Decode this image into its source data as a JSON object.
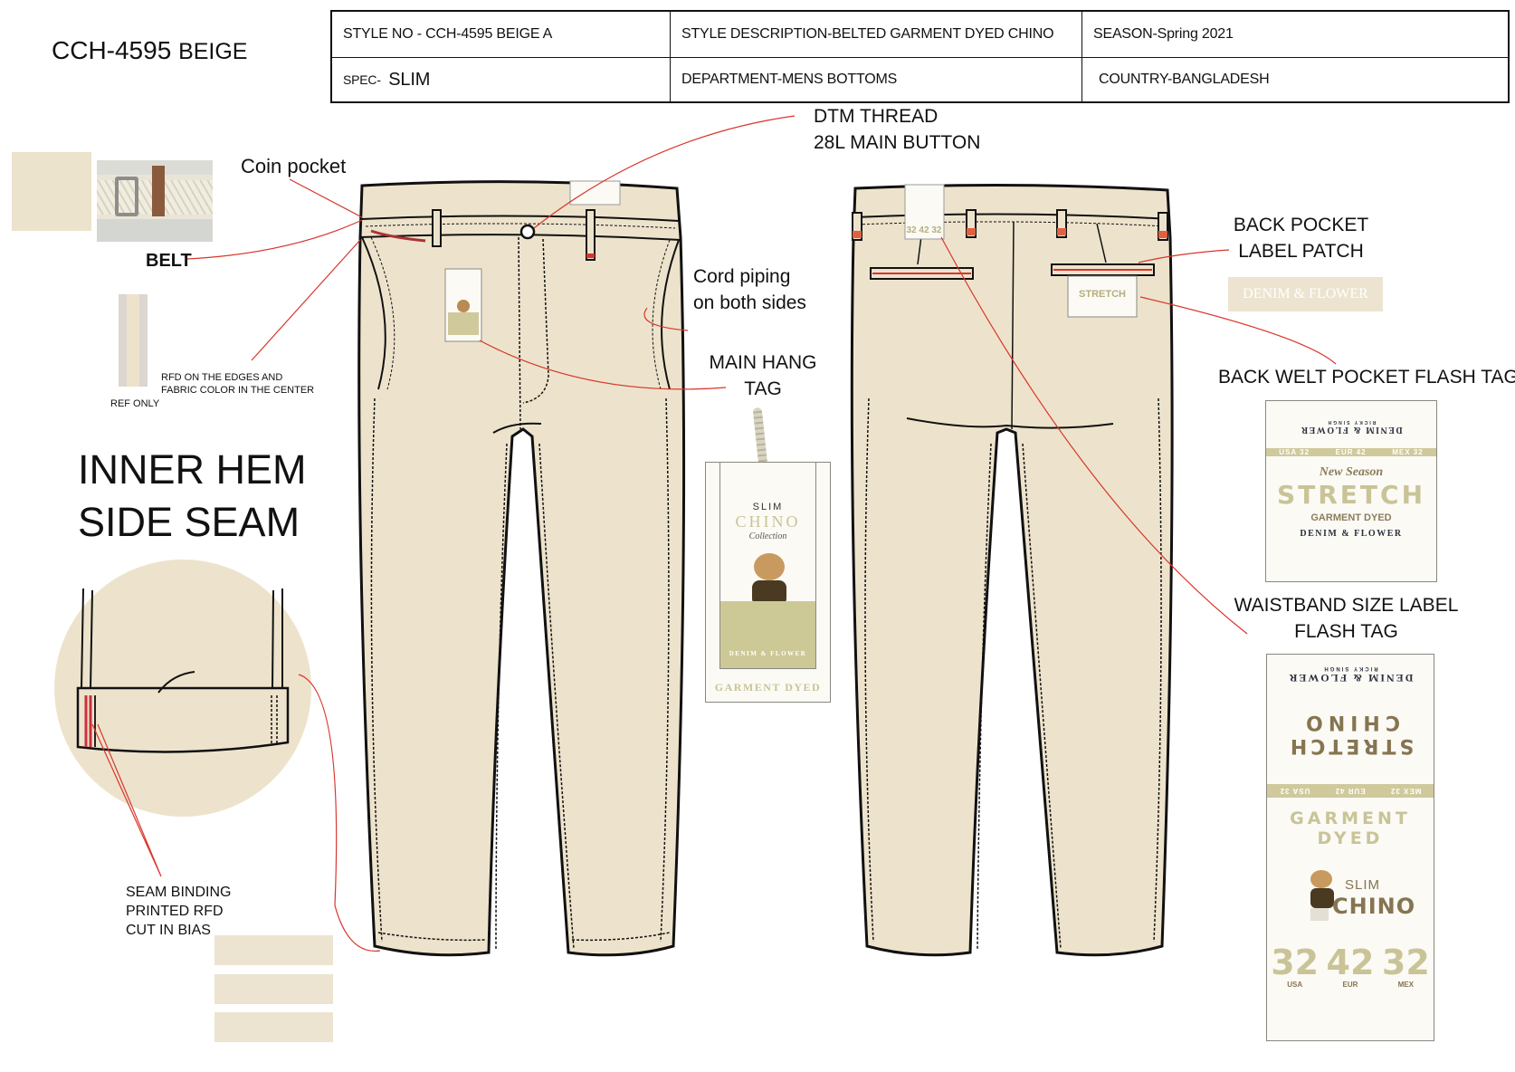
{
  "title": {
    "code": "CCH-4595",
    "color": "BEIGE"
  },
  "header": {
    "style_no": "STYLE NO - CCH-4595 BEIGE A",
    "style_desc": "STYLE DESCRIPTION-BELTED GARMENT DYED CHINO",
    "season": "SEASON-Spring 2021",
    "spec_label": "SPEC-",
    "spec_value": "SLIM",
    "department": "DEPARTMENT-MENS BOTTOMS",
    "country": "COUNTRY-BANGLADESH"
  },
  "callouts": {
    "coin_pocket": "Coin pocket",
    "belt": "BELT",
    "rfd_line1": "RFD ON THE EDGES AND",
    "rfd_line2": "FABRIC COLOR IN THE  CENTER",
    "ref_only": "REF ONLY",
    "inner_hem_1": "INNER HEM",
    "inner_hem_2": "SIDE SEAM",
    "seam_binding_1": "SEAM BINDING",
    "seam_binding_2": "PRINTED RFD",
    "seam_binding_3": "CUT IN BIAS",
    "dtm_thread": "DTM THREAD",
    "main_button": "28L MAIN BUTTON",
    "cord_piping_1": "Cord piping",
    "cord_piping_2": "on both sides",
    "hang_tag_1": "MAIN HANG",
    "hang_tag_2": "TAG",
    "back_pocket_1": "BACK POCKET",
    "back_pocket_2": "LABEL PATCH",
    "back_welt": "BACK WELT POCKET FLASH TAG",
    "waistband_1": "WAISTBAND SIZE LABEL",
    "waistband_2": "FLASH TAG"
  },
  "colors": {
    "fabric": "#ede3cc",
    "leader": "#d9352b",
    "tag_gold": "#c9c497",
    "outline": "#111111"
  },
  "label_patch": "DENIM & FLOWER",
  "hang_tag": {
    "slim": "SLIM",
    "chino": "CHINO",
    "collection": "Collection",
    "brand": "DENIM & FLOWER",
    "garment_dyed": "GARMENT DYED"
  },
  "welt_tag": {
    "sub": "RICKY SINGH",
    "brand": "DENIM & FLOWER",
    "sizes": [
      "USA 32",
      "EUR 42",
      "MEX 32"
    ],
    "new_season": "New Season",
    "stretch": "STRETCH",
    "garment_dyed": "GARMENT DYED",
    "footer": "DENIM & FLOWER"
  },
  "waist_tag": {
    "sub": "RICKY SINGH",
    "brand": "DENIM & FLOWER",
    "chino": "CHINO",
    "stretch": "STRETCH",
    "sizes": [
      "MEX 32",
      "EUR 42",
      "USA 32"
    ],
    "garment_dyed": "GARMENT DYED",
    "slim": "SLIM",
    "chino2": "CHINO",
    "numbers": [
      "32",
      "42",
      "32"
    ],
    "regions": [
      "USA",
      "EUR",
      "MEX"
    ]
  }
}
